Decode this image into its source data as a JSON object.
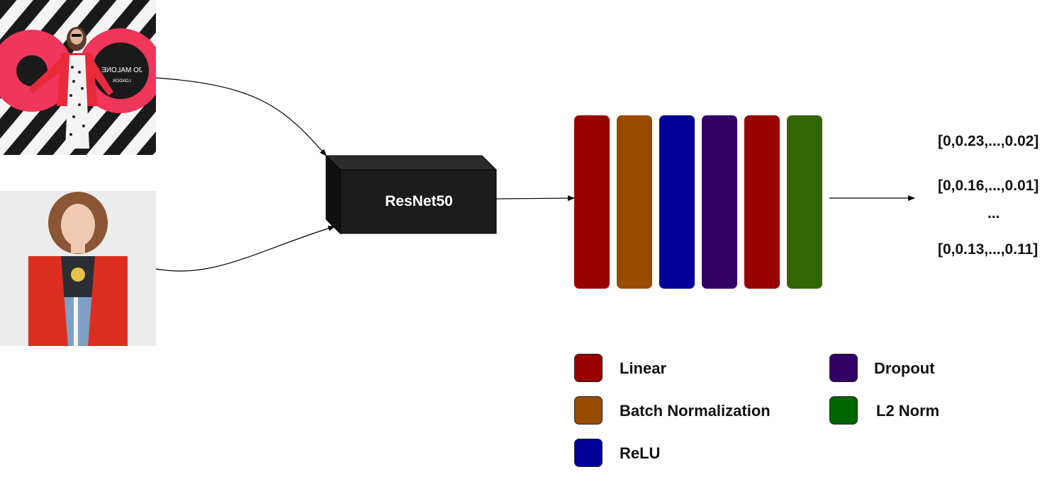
{
  "backbone": {
    "label": "ResNet50"
  },
  "photos": [
    {
      "description_name": "input-image-1"
    },
    {
      "description_name": "input-image-2"
    }
  ],
  "photo1_sign_text": "JO MALONE",
  "photo1_sign_subtext": "LONDON",
  "layers": [
    {
      "type": "Linear",
      "color": "#990000"
    },
    {
      "type": "Batch Normalization",
      "color": "#994c00"
    },
    {
      "type": "ReLU",
      "color": "#000099"
    },
    {
      "type": "Dropout",
      "color": "#330066"
    },
    {
      "type": "Linear",
      "color": "#990000"
    },
    {
      "type": "L2 Norm",
      "color": "#336600"
    }
  ],
  "outputs": {
    "vectors": [
      "[0,0.23,...,0.02]",
      "[0,0.16,...,0.01]",
      "...",
      "[0,0.13,...,0.11]"
    ]
  },
  "legend": {
    "items": [
      {
        "label": "Linear",
        "color": "#990000"
      },
      {
        "label": "Batch Normalization",
        "color": "#994c00"
      },
      {
        "label": "ReLU",
        "color": "#000099"
      },
      {
        "label": "Dropout",
        "color": "#330066"
      },
      {
        "label": "L2 Norm",
        "color": "#006600"
      }
    ]
  }
}
